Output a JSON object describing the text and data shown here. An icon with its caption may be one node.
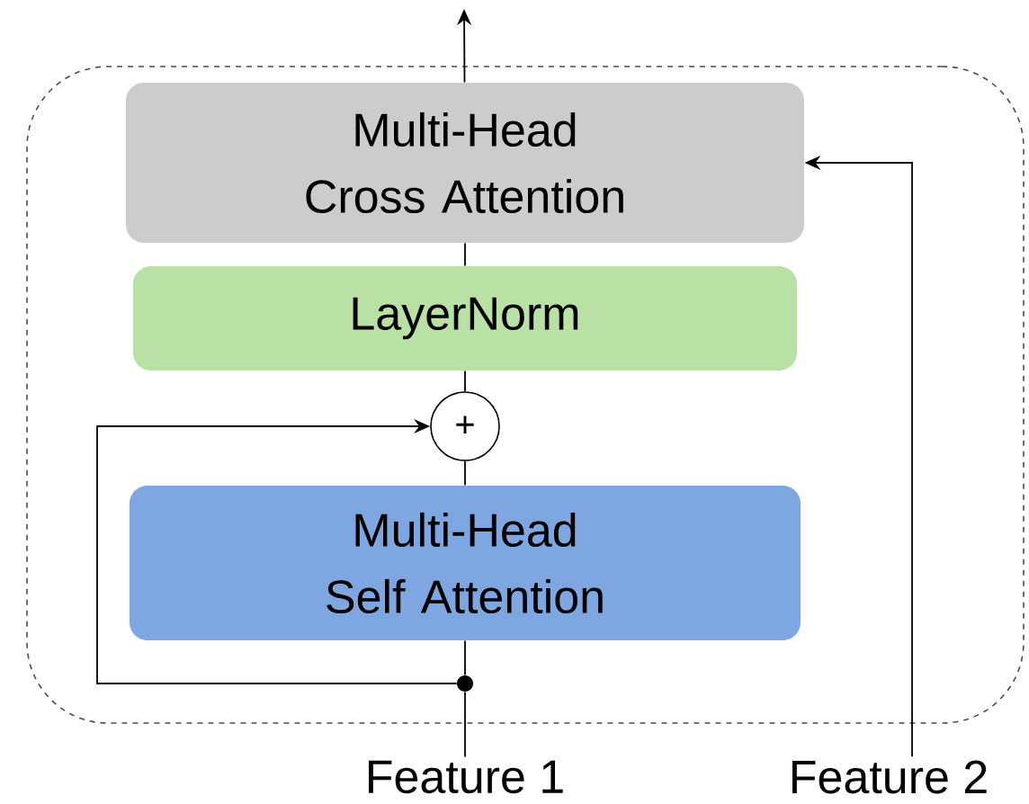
{
  "diagram": {
    "nodes": [
      {
        "text": [],
        "shape": "box"
      },
      {
        "text": [
          "Multi-Head Cross Attention"
        ],
        "in": 0
      },
      {
        "text": [
          "LayerNorm"
        ],
        "in": 0
      },
      {
        "text": [
          "+"
        ],
        "in": 0
      },
      {
        "text": [
          "Multi-Head Self Attention"
        ],
        "in": 0
      },
      {
        "text": [],
        "shape": "circle",
        "in": 0
      },
      {
        "text": [
          "Feature 1"
        ]
      },
      {
        "text": [
          "Feature 2"
        ]
      }
    ],
    "edges": [
      {
        "from": 1,
        "to": null,
        "arrow": "to"
      },
      {
        "from": 2,
        "to": 1,
        "arrow": "none"
      },
      {
        "from": 3,
        "to": 2,
        "arrow": "none"
      },
      {
        "from": 4,
        "to": 3,
        "arrow": "none"
      },
      {
        "from": 5,
        "to": 4,
        "arrow": "none"
      },
      {
        "from": 5,
        "to": 3,
        "arrow": "to"
      },
      {
        "from": 6,
        "to": 5,
        "arrow": "none"
      },
      {
        "from": 7,
        "to": 1,
        "arrow": "to"
      }
    ]
  }
}
